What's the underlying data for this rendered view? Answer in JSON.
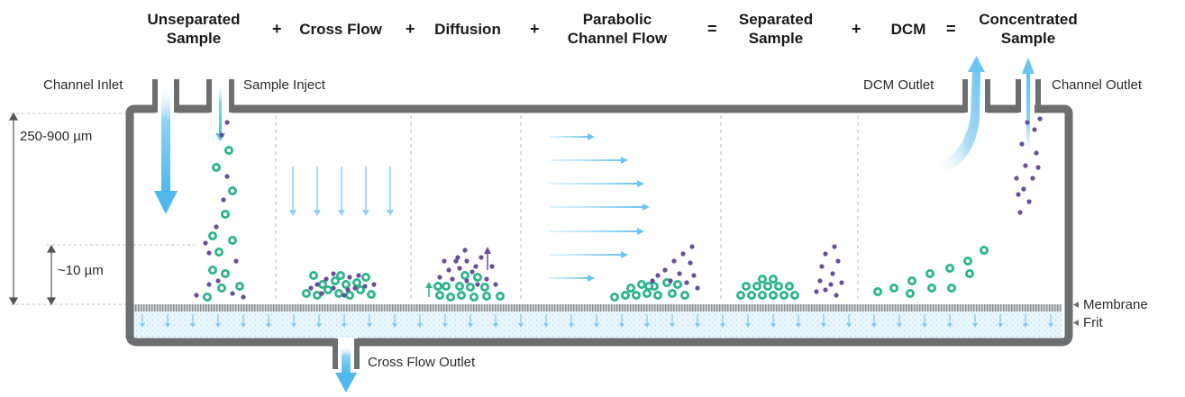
{
  "equation": {
    "terms": [
      {
        "line1": "Unseparated",
        "line2": "Sample"
      },
      {
        "line1": "Cross Flow",
        "line2": ""
      },
      {
        "line1": "Diffusion",
        "line2": ""
      },
      {
        "line1": "Parabolic",
        "line2": "Channel Flow"
      },
      {
        "line1": "Separated",
        "line2": "Sample"
      },
      {
        "line1": "DCM",
        "line2": ""
      },
      {
        "line1": "Concentrated",
        "line2": "Sample"
      }
    ],
    "operators": [
      "+",
      "+",
      "+",
      "=",
      "+",
      "="
    ]
  },
  "labels": {
    "channel_inlet": "Channel Inlet",
    "sample_inject": "Sample Inject",
    "dcm_outlet": "DCM Outlet",
    "channel_outlet": "Channel Outlet",
    "membrane": "Membrane",
    "frit": "Frit",
    "cross_flow_outlet": "Cross Flow Outlet"
  },
  "dimensions": {
    "channel_height": "250-900 µm",
    "layer_height": "~10 µm"
  },
  "colors": {
    "wall": "#6d6e70",
    "flow_arrow": "#8fd1f3",
    "flow_arrow_dark": "#5bbfee",
    "particle_green": "#2bb58c",
    "particle_purple": "#6a4c9c",
    "membrane": "#a7a9ac",
    "divider": "#bcbec0",
    "text": "#1a1a1a"
  },
  "icons": {
    "marker": "left-triangle-icon"
  }
}
